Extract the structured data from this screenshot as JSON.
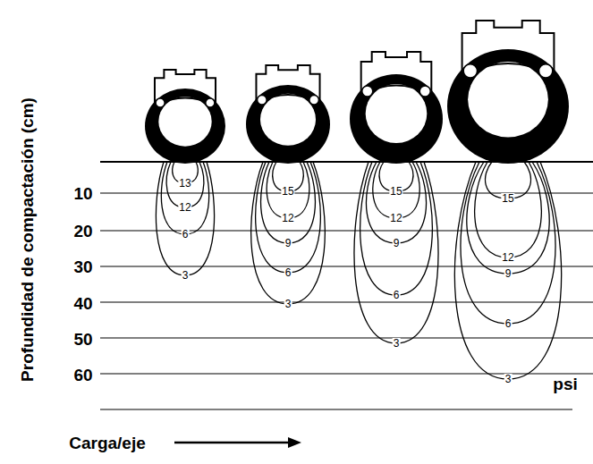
{
  "diagram": {
    "labels": [
      "Profundidad de compactación (cm)",
      "10",
      "20",
      "30",
      "40",
      "50",
      "60",
      "13",
      "12",
      "6",
      "3",
      "15",
      "12",
      "9",
      "6",
      "3",
      "15",
      "12",
      "9",
      "6",
      "3",
      "15",
      "12",
      "9",
      "6",
      "3",
      "psi",
      "Carga/eje"
    ]
  }
}
